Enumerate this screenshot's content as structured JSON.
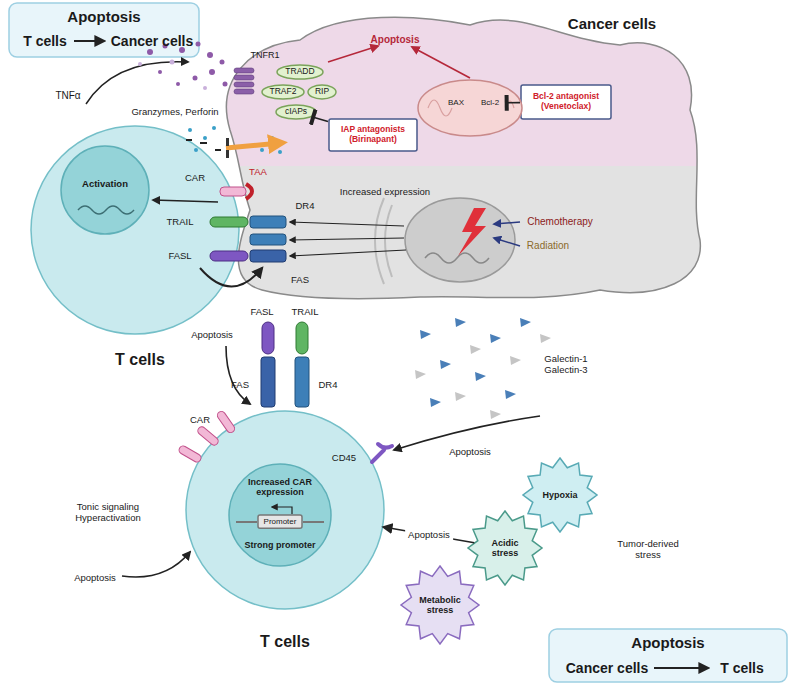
{
  "diagram": {
    "nodes": [
      {
        "text": [
          "Apoptosis",
          "T cells",
          "Cancer cells"
        ]
      },
      {
        "text": [
          "Cancer cells"
        ]
      },
      {
        "text": [
          "TRADD"
        ],
        "in": 1
      },
      {
        "text": [
          "TRAF2"
        ],
        "in": 1
      },
      {
        "text": [
          "RIP"
        ],
        "in": 1
      },
      {
        "text": [
          "cIAPs"
        ],
        "in": 1
      },
      {
        "text": [
          "IAP antagonists (Birinapant)"
        ],
        "in": 1
      },
      {
        "text": [
          "Bcl-2 antagonist (Venetoclax)"
        ],
        "in": 1
      },
      {
        "text": [
          "BAX"
        ],
        "in": 1
      },
      {
        "text": [
          "Bcl-2"
        ],
        "in": 1
      },
      {
        "text": [
          "T cells"
        ]
      },
      {
        "text": [
          "Activation"
        ],
        "in": 10
      },
      {
        "text": [
          "T cells"
        ]
      },
      {
        "text": [
          "Increased CAR expression",
          "Strong promoter"
        ],
        "in": 12
      },
      {
        "text": [
          "Promoter"
        ],
        "in": 13
      },
      {
        "text": [
          "Hypoxia"
        ]
      },
      {
        "text": [
          "Acidic stress"
        ]
      },
      {
        "text": [
          "Metabolic stress"
        ]
      },
      {
        "text": [
          "Apoptosis",
          "Cancer cells",
          "T cells"
        ]
      }
    ],
    "edges": [
      {
        "from": 6,
        "to": 5,
        "arrow": "to"
      },
      {
        "from": 7,
        "to": 9,
        "arrow": "to"
      },
      {
        "from": 16,
        "to": 12,
        "label": "Apoptosis",
        "arrow": "to"
      }
    ],
    "labels": [
      "Apoptosis",
      "TNFα",
      "TNFR1",
      "Granzymes, Perforin",
      "CAR",
      "TAA",
      "TRAIL",
      "FASL",
      "DR4",
      "FAS",
      "Increased expression",
      "Chemotherapy",
      "Radiation",
      "FASL",
      "TRAIL",
      "Apoptosis",
      "FAS",
      "DR4",
      "Galectin-1 Galectin-3",
      "Apoptosis",
      "CD45",
      "CAR",
      "Tonic signaling Hyperactivation",
      "Apoptosis",
      "Tumor-derived stress"
    ]
  }
}
